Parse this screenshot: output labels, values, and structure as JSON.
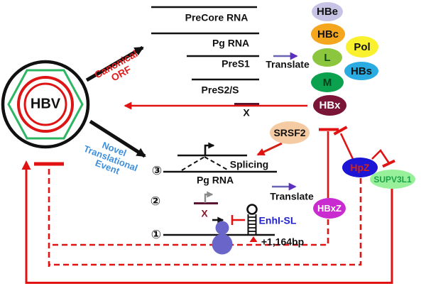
{
  "virion": {
    "label": "HBV"
  },
  "pathway_labels": {
    "canonical_line1": "Canonical",
    "canonical_line2": "ORF",
    "novel_line1": "Novel",
    "novel_line2": "Translational",
    "novel_line3": "Event"
  },
  "transcripts": {
    "precore": "PreCore RNA",
    "pgrna": "Pg RNA",
    "pres1": "PreS1",
    "pres2s": "PreS2/S",
    "x": "X",
    "translate": "Translate"
  },
  "proteins": [
    {
      "label": "HBe",
      "color": "#c7c3e4"
    },
    {
      "label": "HBc",
      "color": "#f4a71e"
    },
    {
      "label": "Pol",
      "color": "#f9f02e"
    },
    {
      "label": "L",
      "color": "#8cc63f"
    },
    {
      "label": "HBs",
      "color": "#2aabe2"
    },
    {
      "label": "M",
      "color": "#0ca14f"
    },
    {
      "label": "HBx",
      "color": "#7a1538"
    }
  ],
  "novel_section": {
    "srsf2": "SRSF2",
    "splicing": "Splicing",
    "pgrna": "Pg RNA",
    "x": "X",
    "translate": "Translate",
    "step3": "③",
    "step2": "②",
    "step1": "①",
    "enhancer": "EnhI-SL",
    "position": "+1,164bp"
  },
  "regulators": [
    {
      "label": "HBxZ",
      "color": "#c92bd1"
    },
    {
      "label": "HpZ",
      "color": "#1d15d6"
    },
    {
      "label": "SUPV3L1",
      "color": "#98f09a"
    }
  ],
  "colors": {
    "inhibition_red": "#e01212",
    "enhancer_blue": "#2323cd",
    "novel_blue": "#3f8fdc",
    "canonical_red": "#e02020",
    "orf_maroon": "#5a1630",
    "translate_arrow": "#6b63b5",
    "ribosome_purple": "#6a65c8"
  }
}
